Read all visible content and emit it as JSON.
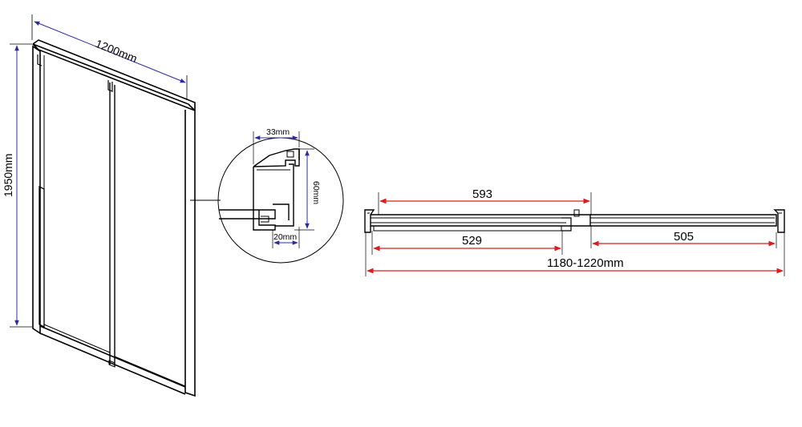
{
  "diagram": {
    "labels": {
      "door_width": "1200mm",
      "door_height": "1950mm",
      "profile_width": "33mm",
      "profile_height": "60mm",
      "profile_base": "20mm",
      "slide_top": "593",
      "slide_left": "529",
      "slide_right": "505",
      "total_range": "1180-1220mm"
    },
    "colors": {
      "dimension_blue": "#2b2ba0",
      "dimension_red": "#d81e1e",
      "line": "#000000"
    }
  }
}
